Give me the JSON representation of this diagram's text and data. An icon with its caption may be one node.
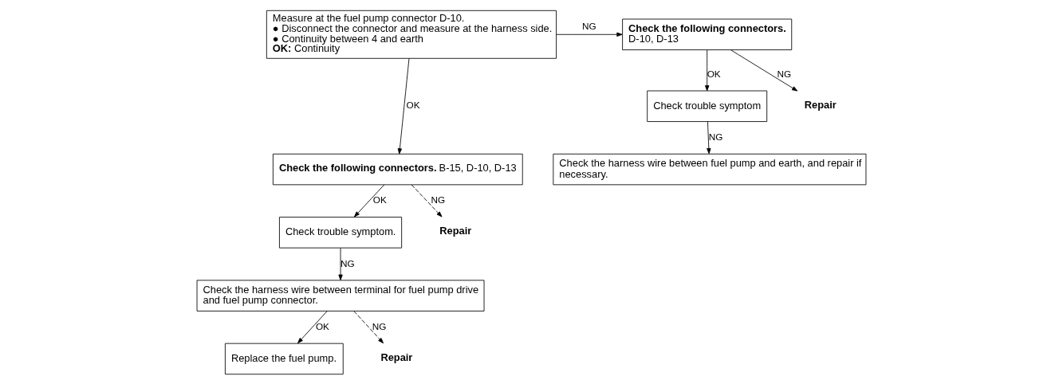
{
  "diagram": {
    "nodes": [
      {
        "text": [
          "Measure at the fuel pump connector D-10.",
          "● Disconnect the connector and measure at the harness side.",
          "● Continuity between 4 and earth",
          "**OK:** Continuity"
        ]
      },
      {
        "text": [
          "**Check the following connectors.** B-15, D-10, D-13"
        ]
      },
      {
        "text": [
          "Check trouble symptom."
        ]
      },
      {
        "text": [
          "Check the harness wire between terminal for fuel pump drive and fuel pump connector."
        ]
      },
      {
        "text": [
          "Replace the fuel pump."
        ]
      },
      {
        "text": [
          "Check the following connectors.",
          "D-10, D-13"
        ]
      },
      {
        "text": [
          "Check trouble symptom"
        ]
      },
      {
        "text": [
          "Check the harness wire between fuel pump and earth, and repair if necessary."
        ]
      },
      {
        "text": [
          "Repair"
        ]
      },
      {
        "text": [
          "Repair"
        ]
      },
      {
        "text": [
          "Repair"
        ]
      }
    ],
    "edges": [
      {
        "from": 0,
        "to": 5,
        "arrow": "to",
        "label": "NG"
      },
      {
        "from": 5,
        "to": 8,
        "arrow": "to",
        "label": "NG"
      },
      {
        "from": 5,
        "to": 6,
        "arrow": "to",
        "label": "OK"
      },
      {
        "from": 6,
        "to": 7,
        "arrow": "to",
        "label": "NG"
      },
      {
        "from": 0,
        "to": 1,
        "arrow": "to",
        "label": "OK"
      },
      {
        "from": 1,
        "to": 9,
        "arrow": "to",
        "label": "NG",
        "style": "dashed"
      },
      {
        "from": 1,
        "to": 2,
        "arrow": "to",
        "label": "OK"
      },
      {
        "from": 2,
        "to": 3,
        "arrow": "to",
        "label": "NG"
      },
      {
        "from": 3,
        "to": 10,
        "arrow": "to",
        "label": "NG",
        "style": "dashed"
      },
      {
        "from": 3,
        "to": 4,
        "arrow": "to",
        "label": "OK"
      }
    ]
  }
}
